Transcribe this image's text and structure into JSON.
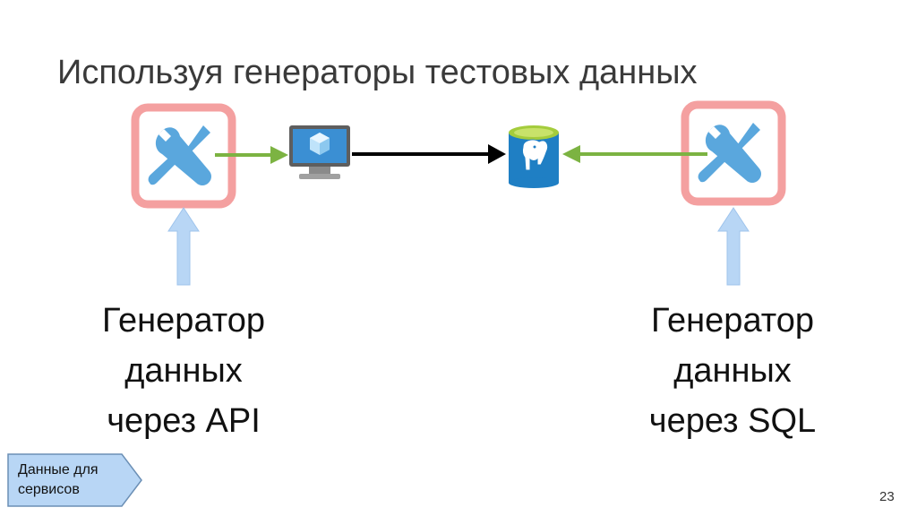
{
  "title": "Используя генераторы тестовых данных",
  "left_caption": [
    "Генератор",
    "данных",
    "через API"
  ],
  "right_caption": [
    "Генератор",
    "данных",
    "через SQL"
  ],
  "tag_text": [
    "Данные для",
    "сервисов"
  ],
  "page_number": "23",
  "colors": {
    "generator_frame": "#f4a0a0",
    "tool_icon": "#5aa7dd",
    "green_arrow": "#7cb342",
    "black_arrow": "#000000",
    "up_arrow": "#b8d6f5",
    "tag_fill": "#b8d6f5",
    "db_icon": "#1f7fc4",
    "db_top": "#a4cc3c"
  },
  "icons": {
    "left_generator": "wrench-screwdriver-icon",
    "right_generator": "wrench-screwdriver-icon",
    "service": "monitor-app-icon",
    "database": "postgresql-database-icon"
  }
}
